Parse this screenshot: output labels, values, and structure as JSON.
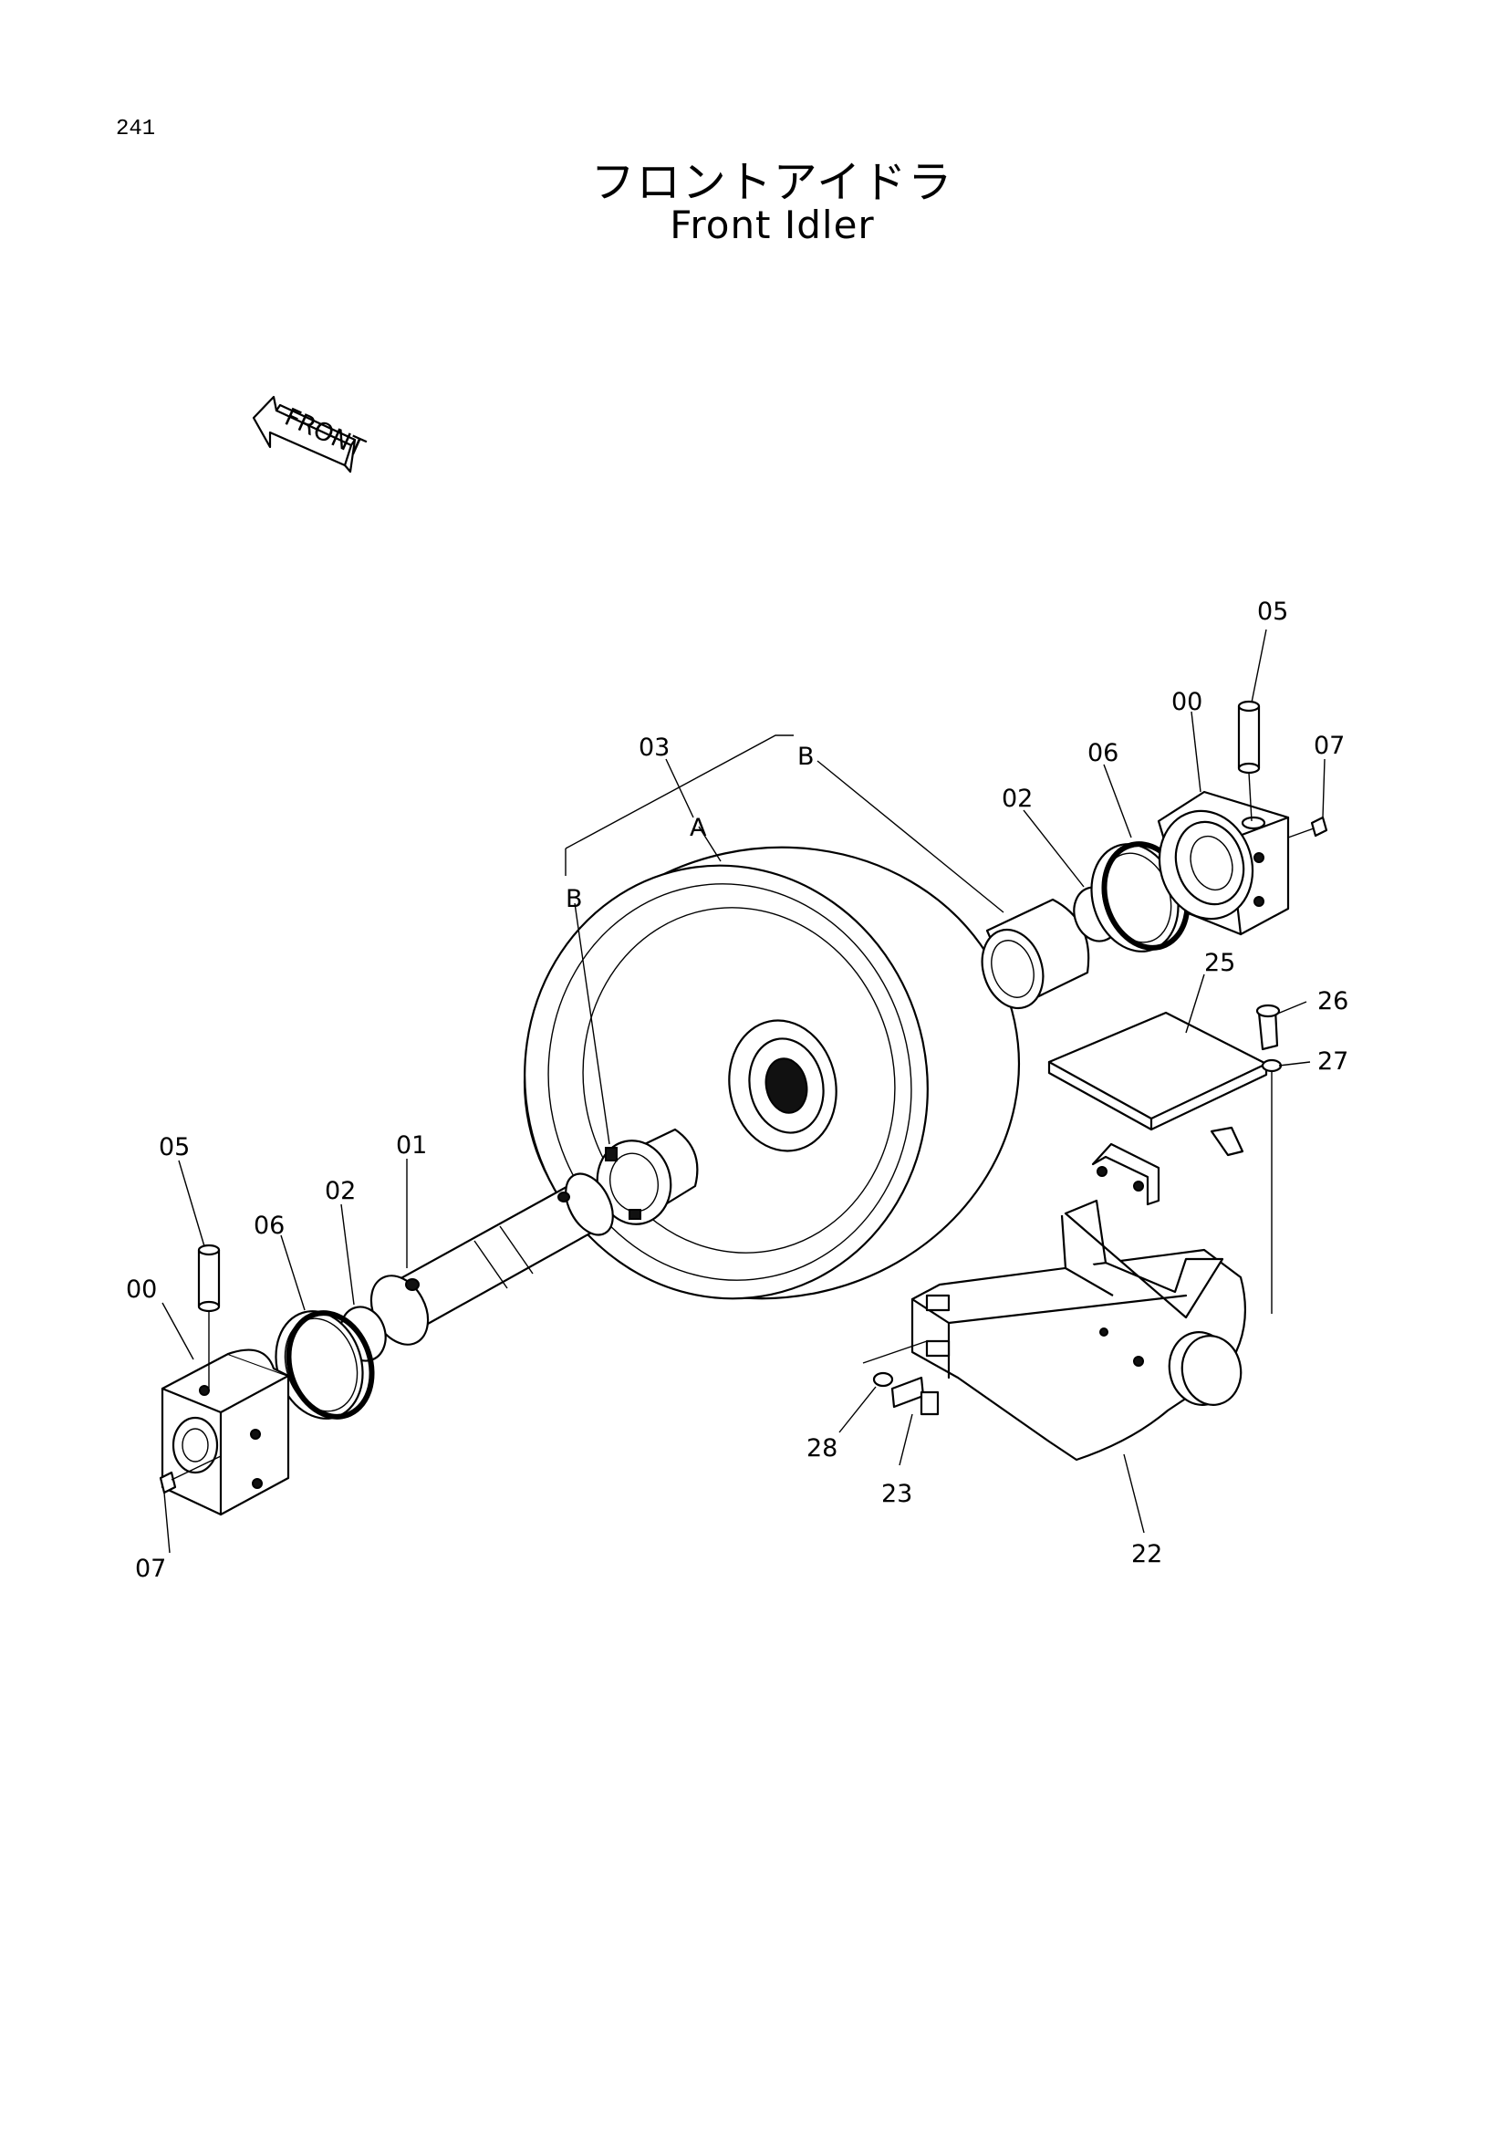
{
  "page_number": "241",
  "title_jp": "フロントアイドラ",
  "title_en": "Front Idler",
  "front_arrow_text": "FRONT",
  "labels": {
    "p05_right": "05",
    "p00_right": "00",
    "p07_right": "07",
    "p06_right": "06",
    "p02_right": "02",
    "p03": "03",
    "pA": "A",
    "pB_top": "B",
    "pB_left": "B",
    "p25": "25",
    "p26": "26",
    "p27": "27",
    "p05_left": "05",
    "p01": "01",
    "p02_left": "02",
    "p06_left": "06",
    "p00_left": "00",
    "p07_left": "07",
    "p28": "28",
    "p23": "23",
    "p22": "22"
  }
}
